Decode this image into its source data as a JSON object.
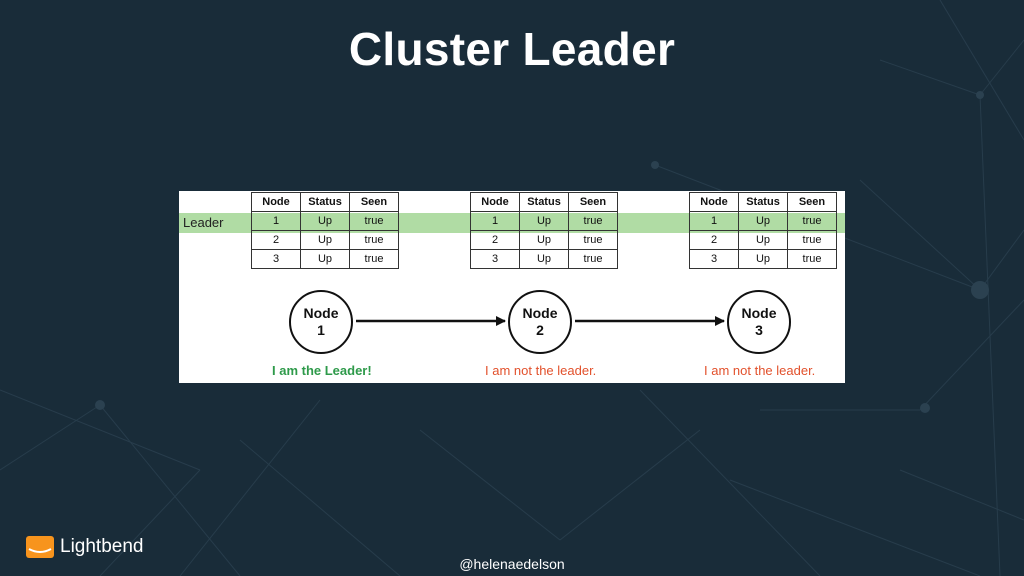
{
  "slide": {
    "title": "Cluster Leader",
    "handle": "@helenaedelson",
    "logo_text": "Lightbend",
    "colors": {
      "background": "#192c39",
      "leader_highlight": "#b0dca4",
      "leader_caption": "#2e9a4a",
      "follower_caption": "#e2512c",
      "logo_accent": "#f7941d"
    }
  },
  "diagram": {
    "leader_label": "Leader",
    "table_headers": [
      "Node",
      "Status",
      "Seen"
    ],
    "tables": [
      {
        "rows": [
          [
            "1",
            "Up",
            "true"
          ],
          [
            "2",
            "Up",
            "true"
          ],
          [
            "3",
            "Up",
            "true"
          ]
        ]
      },
      {
        "rows": [
          [
            "1",
            "Up",
            "true"
          ],
          [
            "2",
            "Up",
            "true"
          ],
          [
            "3",
            "Up",
            "true"
          ]
        ]
      },
      {
        "rows": [
          [
            "1",
            "Up",
            "true"
          ],
          [
            "2",
            "Up",
            "true"
          ],
          [
            "3",
            "Up",
            "true"
          ]
        ]
      }
    ],
    "nodes": [
      {
        "label": "Node",
        "number": "1",
        "caption": "I am the Leader!"
      },
      {
        "label": "Node",
        "number": "2",
        "caption": "I am not the leader."
      },
      {
        "label": "Node",
        "number": "3",
        "caption": "I am not the leader."
      }
    ]
  }
}
